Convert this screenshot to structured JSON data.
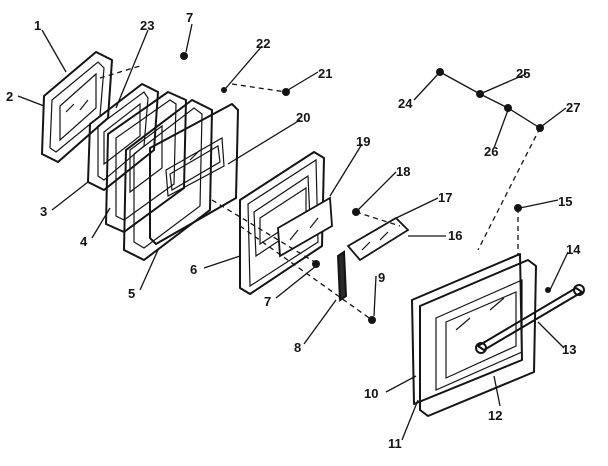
{
  "diagram": {
    "labels": {
      "l1": "1",
      "l2": "2",
      "l3": "3",
      "l4": "4",
      "l5": "5",
      "l6": "6",
      "l7a": "7",
      "l7b": "7",
      "l8": "8",
      "l9": "9",
      "l10": "10",
      "l11": "11",
      "l12": "12",
      "l13": "13",
      "l14": "14",
      "l15": "15",
      "l16": "16",
      "l17": "17",
      "l18": "18",
      "l19": "19",
      "l20": "20",
      "l21": "21",
      "l22": "22",
      "l23": "23",
      "l24": "24",
      "l25": "25",
      "l26": "26",
      "l27": "27"
    }
  }
}
